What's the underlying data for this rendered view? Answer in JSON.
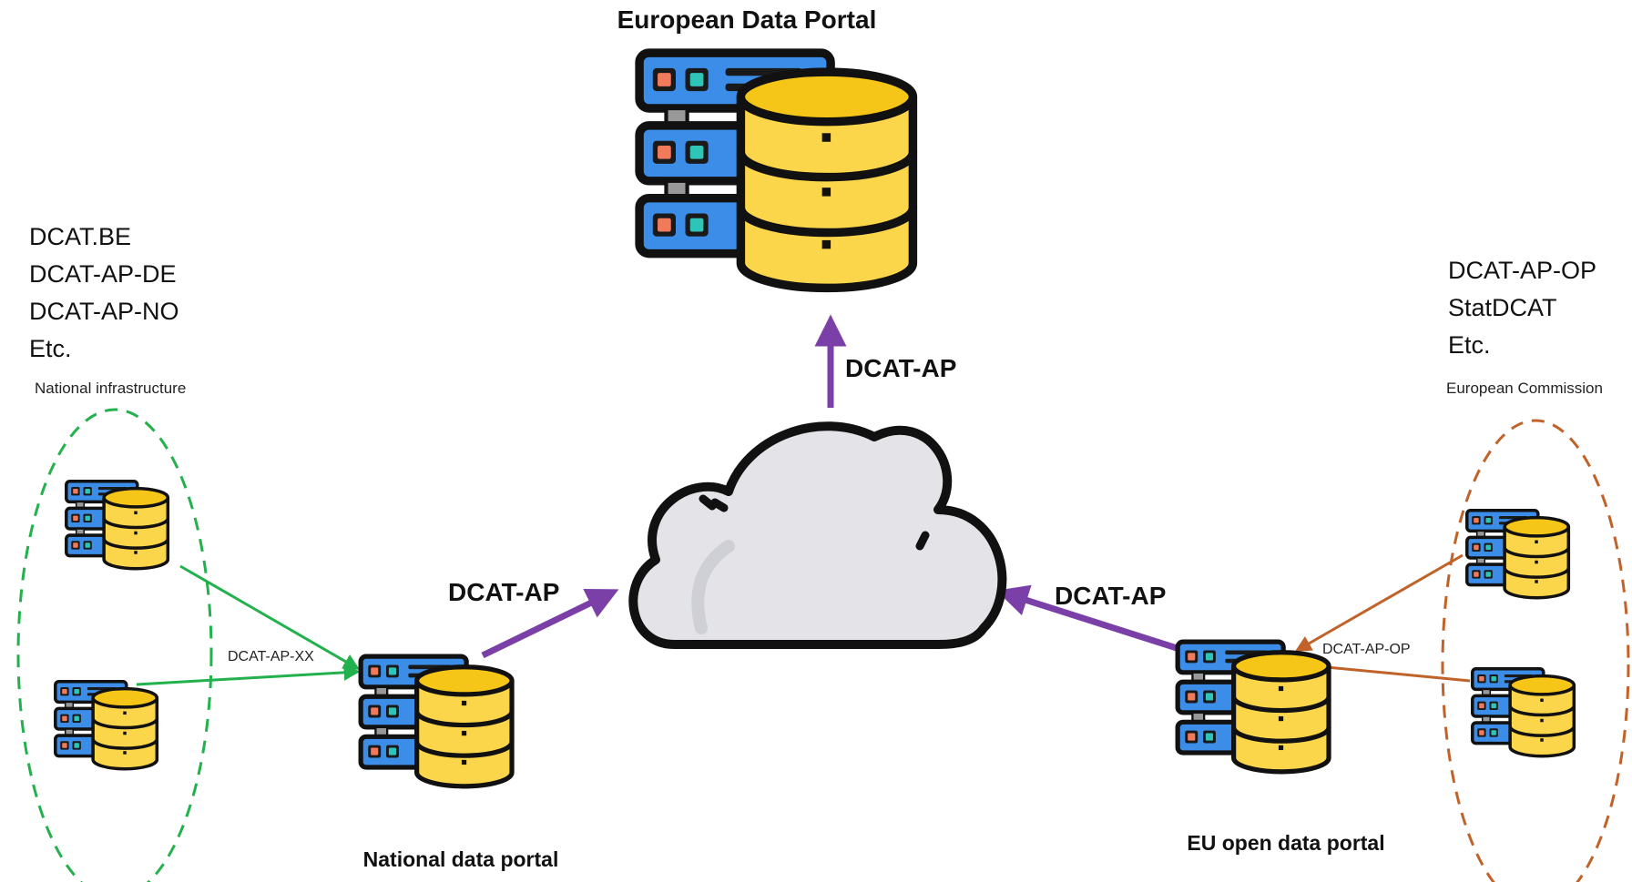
{
  "nodes": {
    "european_portal": {
      "label": "European Data Portal"
    },
    "national_portal": {
      "label": "National data portal"
    },
    "eu_open_portal": {
      "label": "EU open data portal"
    }
  },
  "groups": {
    "national_infrastructure": {
      "label": "National infrastructure",
      "color": "#22b14c"
    },
    "european_commission": {
      "label": "European Commission",
      "color": "#c0622a"
    }
  },
  "profile_lists": {
    "left": [
      "DCAT.BE",
      "DCAT-AP-DE",
      "DCAT-AP-NO",
      "Etc."
    ],
    "right": [
      "DCAT-AP-OP",
      "StatDCAT",
      "Etc."
    ]
  },
  "edges": {
    "to_european_portal": "DCAT-AP",
    "national_to_cloud": "DCAT-AP",
    "eu_to_cloud": "DCAT-AP",
    "national_infra_link": "DCAT-AP-XX",
    "commission_link": "DCAT-AP-OP"
  },
  "colors": {
    "main_arrow": "#7b3fa8",
    "server_blue": "#3b8de8",
    "server_outline": "#1a1a1a",
    "db_yellow": "#fbd54a",
    "cloud_fill": "#e4e4e8"
  }
}
